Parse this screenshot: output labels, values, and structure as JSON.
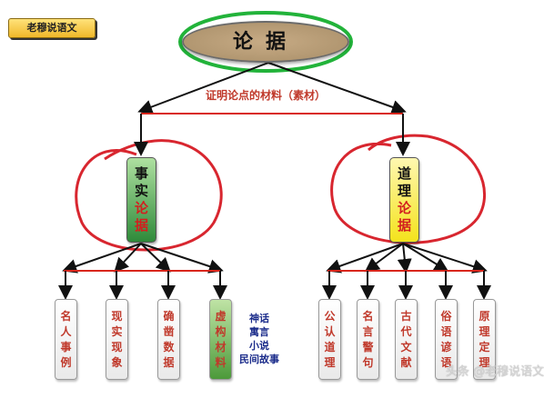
{
  "badge": "老穆说语文",
  "root": "论据",
  "root_caption": "证明论点的材料（素材）",
  "branches": [
    {
      "id": "facts",
      "label_top": "事实",
      "label_bottom": "论据",
      "leaves": [
        {
          "text": "名人事例"
        },
        {
          "text": "现实现象"
        },
        {
          "text": "确凿数据"
        },
        {
          "text": "虚构材料"
        }
      ]
    },
    {
      "id": "reasoning",
      "label_top": "道理",
      "label_bottom": "论据",
      "leaves": [
        {
          "text": "公认道理"
        },
        {
          "text": "名言警句"
        },
        {
          "text": "古代文献"
        },
        {
          "text": "俗语谚语"
        },
        {
          "text": "原理定理"
        }
      ]
    }
  ],
  "fiction_examples": [
    "神话",
    "寓言",
    "小说",
    "民间故事"
  ],
  "watermark": "头条 @老穆说语文",
  "colors": {
    "highlight_green": "#22b33a",
    "highlight_red": "#d8262f",
    "arrow": "#111111",
    "bar": "#d9261c"
  }
}
